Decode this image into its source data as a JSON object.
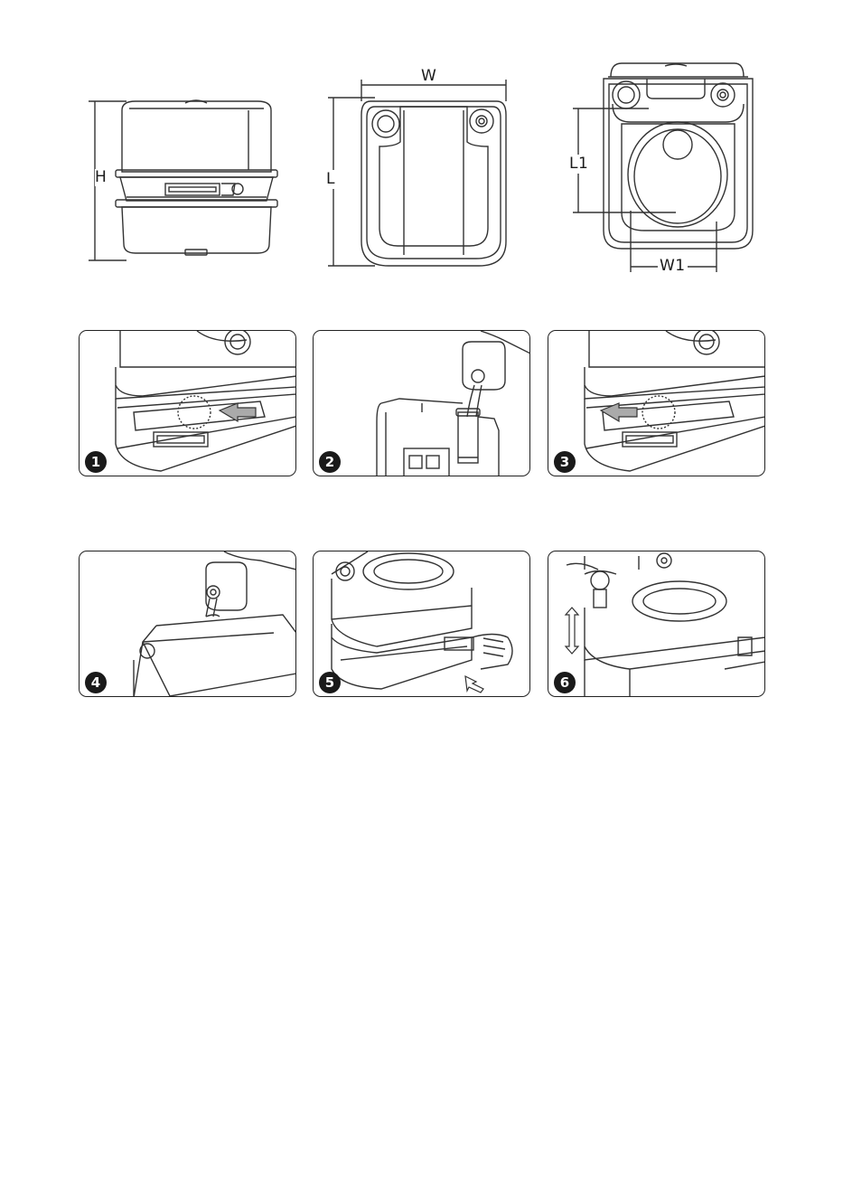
{
  "dimension_diagrams": {
    "side_view": {
      "height_label": "H"
    },
    "bottom_view": {
      "width_label": "W",
      "length_label": "L"
    },
    "top_view": {
      "inner_length_label": "L1",
      "inner_width_label": "W1"
    }
  },
  "steps": [
    {
      "number": "1"
    },
    {
      "number": "2"
    },
    {
      "number": "3"
    },
    {
      "number": "4"
    },
    {
      "number": "5"
    },
    {
      "number": "6"
    }
  ]
}
